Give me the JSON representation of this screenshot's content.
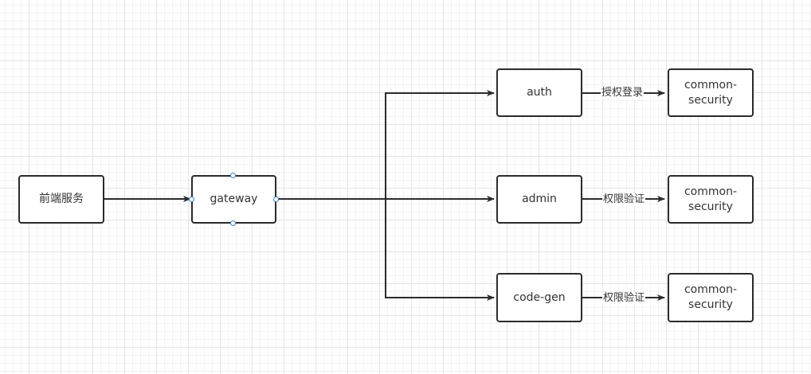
{
  "nodes": {
    "frontend": "前端服务",
    "gateway": "gateway",
    "auth": "auth",
    "admin": "admin",
    "code_gen": "code-gen",
    "security_1": [
      "common-",
      "security"
    ],
    "security_2": [
      "common-",
      "security"
    ],
    "security_3": [
      "common-",
      "security"
    ]
  },
  "edge_labels": {
    "auth_to_security": "授权登录",
    "admin_to_security": "权限验证",
    "codegen_to_security": "权限验证"
  },
  "colors": {
    "line": "#2b2b2b",
    "handle": "#3e86c4",
    "grid": "#e4e4e4"
  }
}
